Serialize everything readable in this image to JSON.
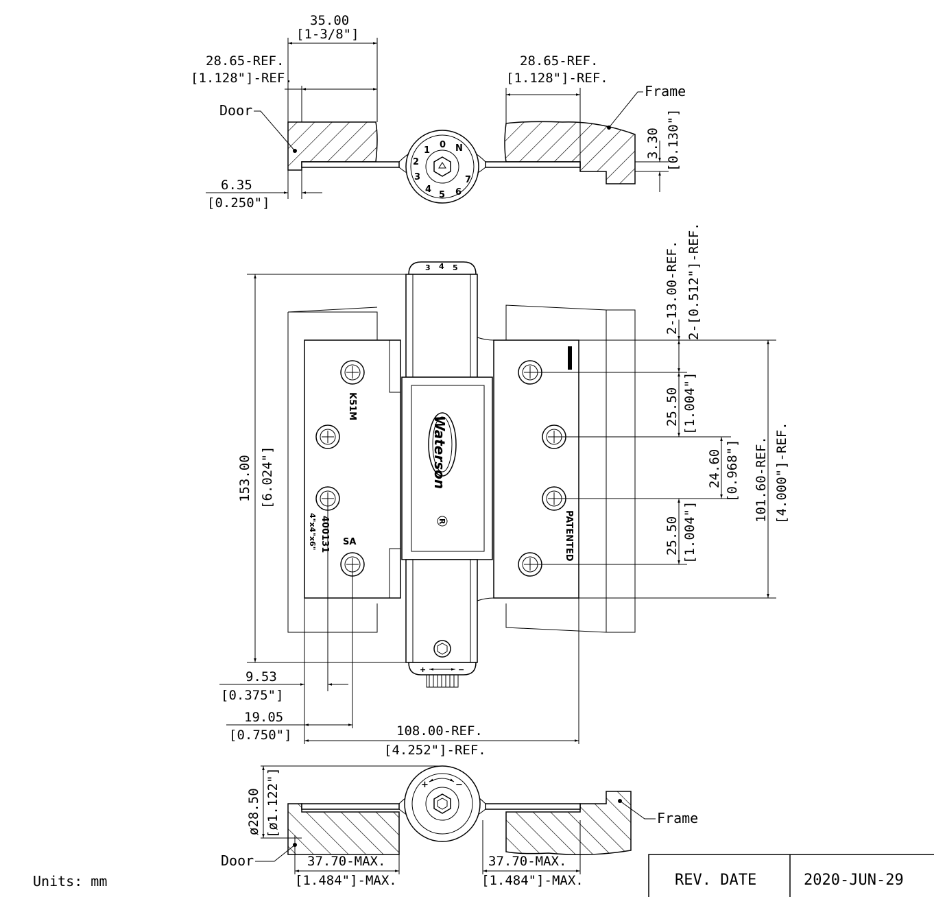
{
  "top_view": {
    "dim_35": "35.00",
    "dim_35_in": "[1-3/8\"]",
    "ref_left": "28.65-REF.",
    "ref_left_in": "[1.128\"]-REF.",
    "ref_right": "28.65-REF.",
    "ref_right_in": "[1.128\"]-REF.",
    "door_label": "Door",
    "frame_label": "Frame",
    "dim_635": "6.35",
    "dim_635_in": "[0.250\"]",
    "dim_330": "3.30",
    "dim_330_in": "[0.130\"]",
    "dial_numbers": [
      "0",
      "1",
      "2",
      "3",
      "4",
      "5",
      "6",
      "7",
      "N"
    ]
  },
  "front_view": {
    "dim_153": "153.00",
    "dim_153_in": "[6.024\"]",
    "dim_2x13": "2-13.00-REF.",
    "dim_2x13_in": "2-[0.512\"]-REF.",
    "dim_255_a": "25.50",
    "dim_255_a_in": "[1.004\"]",
    "dim_246": "24.60",
    "dim_246_in": "[0.968\"]",
    "dim_255_b": "25.50",
    "dim_255_b_in": "[1.004\"]",
    "dim_1016": "101.60-REF.",
    "dim_1016_in": "[4.000\"]-REF.",
    "dim_953": "9.53",
    "dim_953_in": "[0.375\"]",
    "dim_1905": "19.05",
    "dim_1905_in": "[0.750\"]",
    "dim_108": "108.00-REF.",
    "dim_108_in": "[4.252\"]-REF.",
    "leaf_mark_model": "K51M",
    "leaf_mark_sa": "SA",
    "leaf_mark_part": "400131",
    "leaf_mark_size": "4\"x4\"x6\"",
    "patented": "PATENTED",
    "brand": "Waterson",
    "registered": "R"
  },
  "bottom_view": {
    "dim_dia": "ø28.50",
    "dim_dia_in": "[ø1.122\"]",
    "door_label": "Door",
    "frame_label": "Frame",
    "max_left": "37.70-MAX.",
    "max_left_in": "[1.484\"]-MAX.",
    "max_right": "37.70-MAX.",
    "max_right_in": "[1.484\"]-MAX."
  },
  "units": "Units: mm",
  "title_block": {
    "rev_label": "REV. DATE",
    "rev_value": "2020-JUN-29"
  }
}
